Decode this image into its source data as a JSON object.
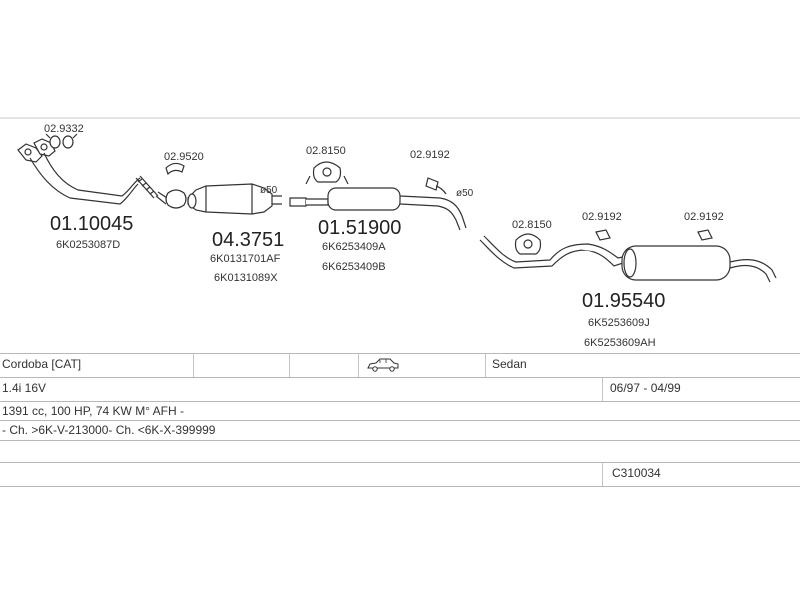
{
  "parts": {
    "p1": {
      "code": "01.10045",
      "oem": [
        "6K0253087D"
      ],
      "clamp": "02.9332"
    },
    "p2": {
      "code": "04.3751",
      "oem": [
        "6K0131701AF",
        "6K0131089X"
      ],
      "gasket": "02.9520",
      "dia": "ø50"
    },
    "p3": {
      "code": "01.51900",
      "oem": [
        "6K6253409A",
        "6K6253409B"
      ],
      "hanger": "02.8150",
      "clamp": "02.9192",
      "dia": "ø50"
    },
    "p4": {
      "code": "01.95540",
      "oem": [
        "6K5253609J",
        "6K5253609AH"
      ],
      "hanger": "02.8150",
      "clamp_a": "02.9192",
      "clamp_b": "02.9192"
    }
  },
  "vehicle": {
    "model": "Cordoba  [CAT]",
    "body": "Sedan",
    "engine": "1.4i 16V",
    "years": "06/97 - 04/99",
    "specs": "1391 cc, 100 HP, 74 KW M° AFH -",
    "chassis": "- Ch. >6K-V-213000- Ch. <6K-X-399999",
    "kit": "C310034"
  },
  "icons": {
    "car": "sedan-car-icon"
  },
  "colors": {
    "line": "#333333",
    "rule": "#b8b8b8"
  }
}
